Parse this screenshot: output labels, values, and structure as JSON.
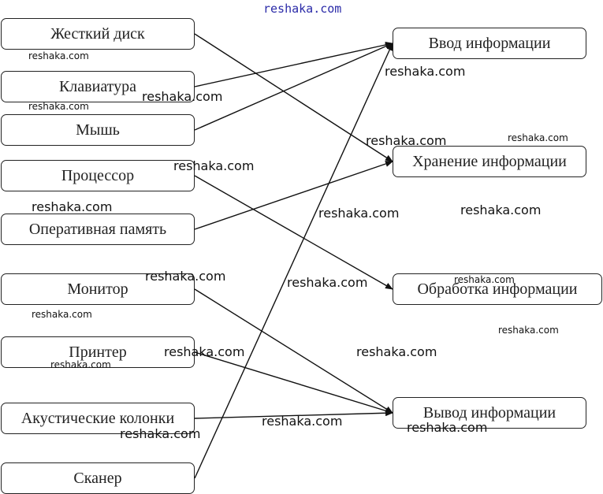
{
  "diagram": {
    "devices": [
      {
        "id": "hdd",
        "label": "Жесткий диск"
      },
      {
        "id": "keyboard",
        "label": "Клавиатура"
      },
      {
        "id": "mouse",
        "label": "Мышь"
      },
      {
        "id": "cpu",
        "label": "Процессор"
      },
      {
        "id": "ram",
        "label": "Оперативная память"
      },
      {
        "id": "monitor",
        "label": "Монитор"
      },
      {
        "id": "printer",
        "label": "Принтер"
      },
      {
        "id": "speakers",
        "label": "Акустические колонки"
      },
      {
        "id": "scanner",
        "label": "Сканер"
      }
    ],
    "functions": [
      {
        "id": "input",
        "label": "Ввод информации"
      },
      {
        "id": "storage",
        "label": "Хранение информации"
      },
      {
        "id": "processing",
        "label": "Обработка информации"
      },
      {
        "id": "output",
        "label": "Вывод информации"
      }
    ],
    "edges": [
      {
        "from": "hdd",
        "to": "storage"
      },
      {
        "from": "keyboard",
        "to": "input"
      },
      {
        "from": "mouse",
        "to": "input"
      },
      {
        "from": "cpu",
        "to": "processing"
      },
      {
        "from": "ram",
        "to": "storage"
      },
      {
        "from": "monitor",
        "to": "output"
      },
      {
        "from": "printer",
        "to": "output"
      },
      {
        "from": "speakers",
        "to": "output"
      },
      {
        "from": "scanner",
        "to": "input"
      }
    ]
  },
  "watermarks": {
    "text": "reshaka.com"
  }
}
